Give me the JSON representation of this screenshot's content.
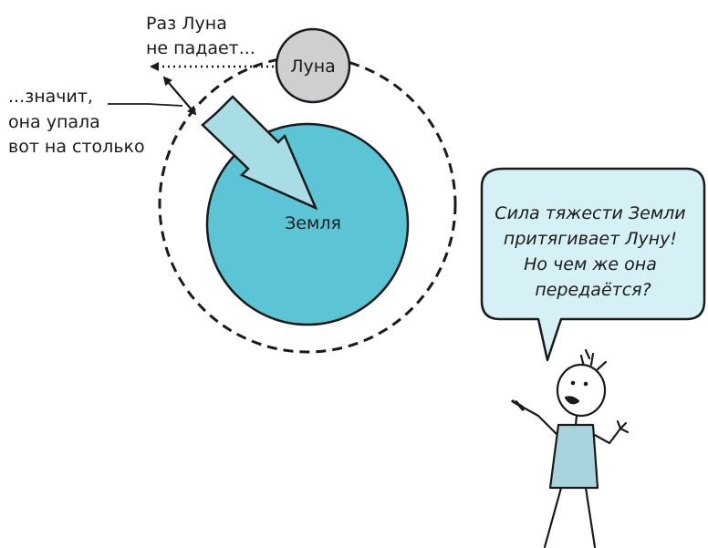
{
  "labels": {
    "earth": "Земля",
    "moon": "Луна",
    "moon_not_falling": [
      "Раз Луна",
      "не падает..."
    ],
    "moon_fell": [
      "...значит,",
      "она упала",
      "вот на столько"
    ]
  },
  "speech_bubble": {
    "lines": [
      "Сила тяжести Земли",
      "притягивает Луну!",
      "Но чем же она",
      "передаётся?"
    ]
  },
  "colors": {
    "earth": "#5bc5d6",
    "moon": "#cfcfd1",
    "gravity_arrow": "#a9dde6",
    "bubble": "#d6f1f5",
    "shirt": "#a8d5dd",
    "ink": "#1a1a1a"
  }
}
